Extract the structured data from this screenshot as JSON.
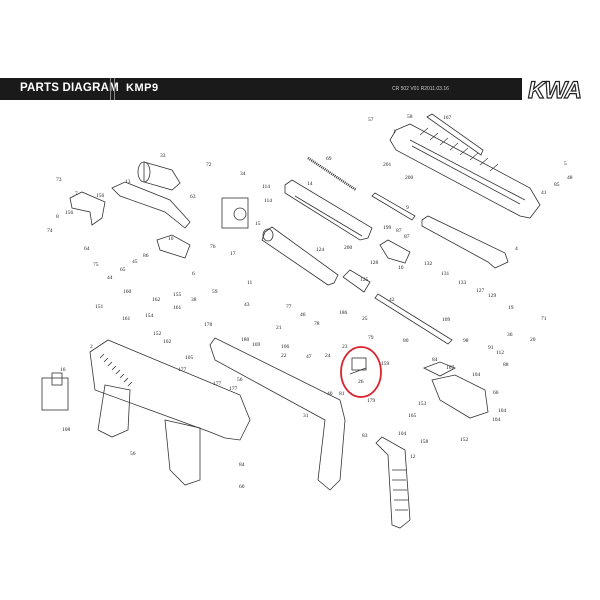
{
  "header": {
    "title": "PARTS DIAGRAM",
    "model": "KMP9",
    "code": "CR 502 V01 R2011.03.16",
    "logo": "KWA"
  },
  "highlight": {
    "part": "26",
    "color": "#d9232e"
  },
  "parts": [
    "33",
    "72",
    "34",
    "73",
    "7",
    "13",
    "156",
    "114",
    "114",
    "156",
    "8",
    "63",
    "15",
    "74",
    "10",
    "76",
    "64",
    "17",
    "86",
    "45",
    "75",
    "65",
    "6",
    "11",
    "44",
    "59",
    "160",
    "155",
    "38",
    "162",
    "43",
    "161",
    "151",
    "154",
    "77",
    "161",
    "152",
    "178",
    "21",
    "102",
    "180",
    "169",
    "2",
    "106",
    "57",
    "58",
    "167",
    "1",
    "69",
    "5",
    "14",
    "201",
    "48",
    "200",
    "85",
    "41",
    "9",
    "199",
    "87",
    "87",
    "200",
    "4",
    "124",
    "128",
    "10",
    "132",
    "131",
    "133",
    "125",
    "127",
    "129",
    "42",
    "19",
    "71",
    "186",
    "25",
    "109",
    "46",
    "78",
    "79",
    "36",
    "20",
    "80",
    "98",
    "23",
    "16",
    "108",
    "56",
    "84",
    "60",
    "105",
    "177",
    "177",
    "177",
    "56",
    "22",
    "47",
    "24",
    "26",
    "159",
    "91",
    "112",
    "88",
    "84",
    "167",
    "104",
    "66",
    "104",
    "104",
    "179",
    "31",
    "153",
    "165",
    "104",
    "158",
    "152",
    "83",
    "12",
    "81",
    "40"
  ]
}
